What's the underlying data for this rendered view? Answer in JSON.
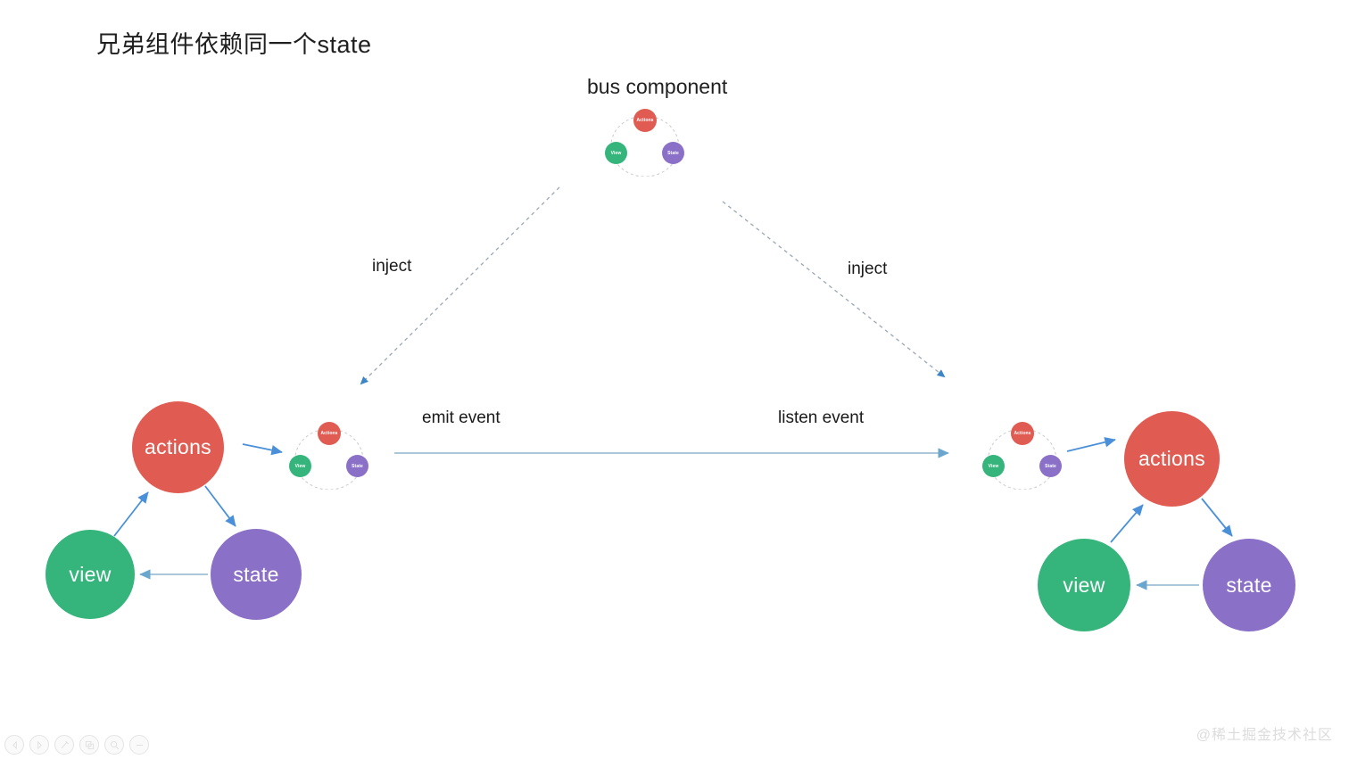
{
  "page": {
    "title": "兄弟组件依赖同一个state",
    "watermark": "@稀土掘金技术社区",
    "background": "#ffffff"
  },
  "colors": {
    "actions_red": "#e05c52",
    "view_green": "#35b57c",
    "state_purple": "#8b70c8",
    "arrow_blue": "#4a90d9",
    "arrow_light_blue": "#9fc0d4",
    "dashed_gray_blue": "#9aa7b4",
    "title_text": "#1f1f1f",
    "watermark_text": "#dcdcdc"
  },
  "bus": {
    "label": "bus component",
    "nodes": {
      "actions": "Actions",
      "view": "View",
      "state": "State"
    }
  },
  "edges": {
    "inject_left": "inject",
    "inject_right": "inject",
    "emit_event": "emit event",
    "listen_event": "listen event"
  },
  "left_component": {
    "actions": "actions",
    "view": "view",
    "state": "state",
    "mini": {
      "actions": "Actions",
      "view": "View",
      "state": "State"
    }
  },
  "right_component": {
    "actions": "actions",
    "view": "view",
    "state": "state",
    "mini": {
      "actions": "Actions",
      "view": "View",
      "state": "State"
    }
  },
  "toolbar": {
    "items": [
      {
        "name": "prev-icon",
        "glyph": "◁"
      },
      {
        "name": "next-icon",
        "glyph": "▷"
      },
      {
        "name": "pen-icon",
        "glyph": "✎"
      },
      {
        "name": "copy-icon",
        "glyph": "❐"
      },
      {
        "name": "zoom-icon",
        "glyph": "⌕"
      },
      {
        "name": "more-icon",
        "glyph": "—"
      }
    ]
  }
}
